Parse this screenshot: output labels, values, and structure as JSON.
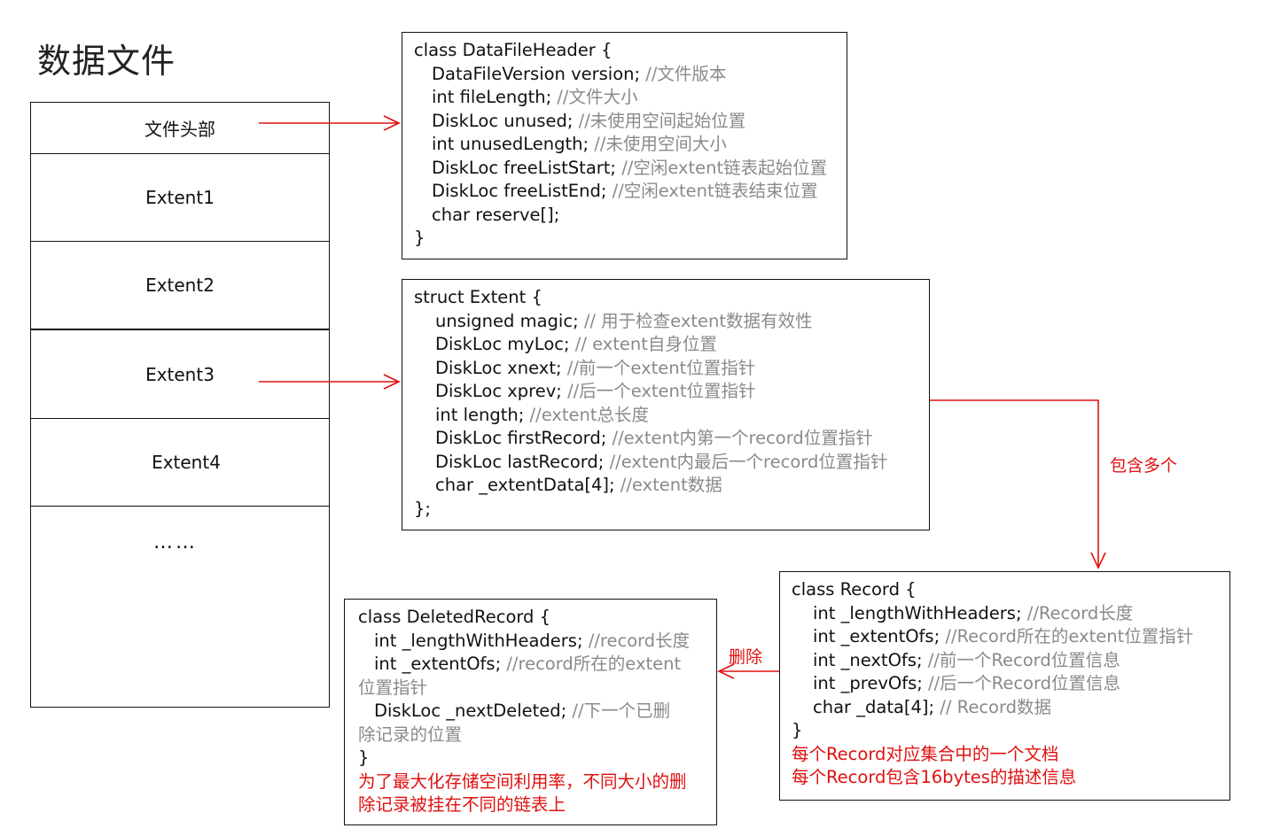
{
  "title": "数据文件",
  "datafile": {
    "segments": [
      "文件头部",
      "Extent1",
      "Extent2",
      "Extent3",
      "Extent4",
      "……"
    ]
  },
  "header_box": {
    "open": "class DataFileHeader {",
    "fields": [
      {
        "code": "DataFileVersion version;",
        "comment": " //文件版本"
      },
      {
        "code": "int fileLength;",
        "comment": " //文件大小"
      },
      {
        "code": "DiskLoc unused;",
        "comment": " //未使用空间起始位置"
      },
      {
        "code": "int unusedLength;",
        "comment": " //未使用空间大小"
      },
      {
        "code": "DiskLoc freeListStart;",
        "comment": " //空闲extent链表起始位置"
      },
      {
        "code": "DiskLoc freeListEnd;",
        "comment": " //空闲extent链表结束位置"
      },
      {
        "code": "char reserve[];",
        "comment": ""
      }
    ],
    "close": "}"
  },
  "extent_box": {
    "open": "struct Extent {",
    "fields": [
      {
        "code": "unsigned magic;",
        "comment": " // 用于检查extent数据有效性"
      },
      {
        "code": "DiskLoc myLoc;",
        "comment": " // extent自身位置"
      },
      {
        "code": "DiskLoc xnext;",
        "comment": " //前一个extent位置指针"
      },
      {
        "code": "DiskLoc xprev;",
        "comment": " //后一个extent位置指针"
      },
      {
        "code": "int length;",
        "comment": "  //extent总长度"
      },
      {
        "code": "DiskLoc firstRecord;",
        "comment": " //extent内第一个record位置指针"
      },
      {
        "code": "DiskLoc lastRecord;",
        "comment": " //extent内最后一个record位置指针"
      },
      {
        "code": "char _extentData[4];",
        "comment": " //extent数据"
      }
    ],
    "close": "};"
  },
  "record_box": {
    "open": "class Record {",
    "fields": [
      {
        "code": "int _lengthWithHeaders;",
        "comment": " //Record长度"
      },
      {
        "code": "int _extentOfs;",
        "comment": " //Record所在的extent位置指针"
      },
      {
        "code": "int _nextOfs;",
        "comment": " //前一个Record位置信息"
      },
      {
        "code": "int _prevOfs;",
        "comment": " //后一个Record位置信息"
      },
      {
        "code": "char _data[4];",
        "comment": " // Record数据"
      }
    ],
    "close": "}",
    "notes": [
      "每个Record对应集合中的一个文档",
      "每个Record包含16bytes的描述信息"
    ]
  },
  "deleted_box": {
    "open": "class DeletedRecord {",
    "f1_code": "int _lengthWithHeaders;",
    "f1_comment": " //record长度",
    "f2_code": "int _extentOfs;",
    "f2_comment": " //record所在的extent",
    "f2_cont": "位置指针",
    "f3_code": "DiskLoc _nextDeleted;",
    "f3_comment": " //下一个已删",
    "f3_cont": "除记录的位置",
    "close": "}",
    "note": "为了最大化存储空间利用率，不同大小的删除记录被挂在不同的链表上"
  },
  "labels": {
    "contains": "包含多个",
    "delete": "删除"
  },
  "colors": {
    "arrow": "#e01010",
    "comment": "#8a8a8a",
    "note": "#e01010"
  }
}
